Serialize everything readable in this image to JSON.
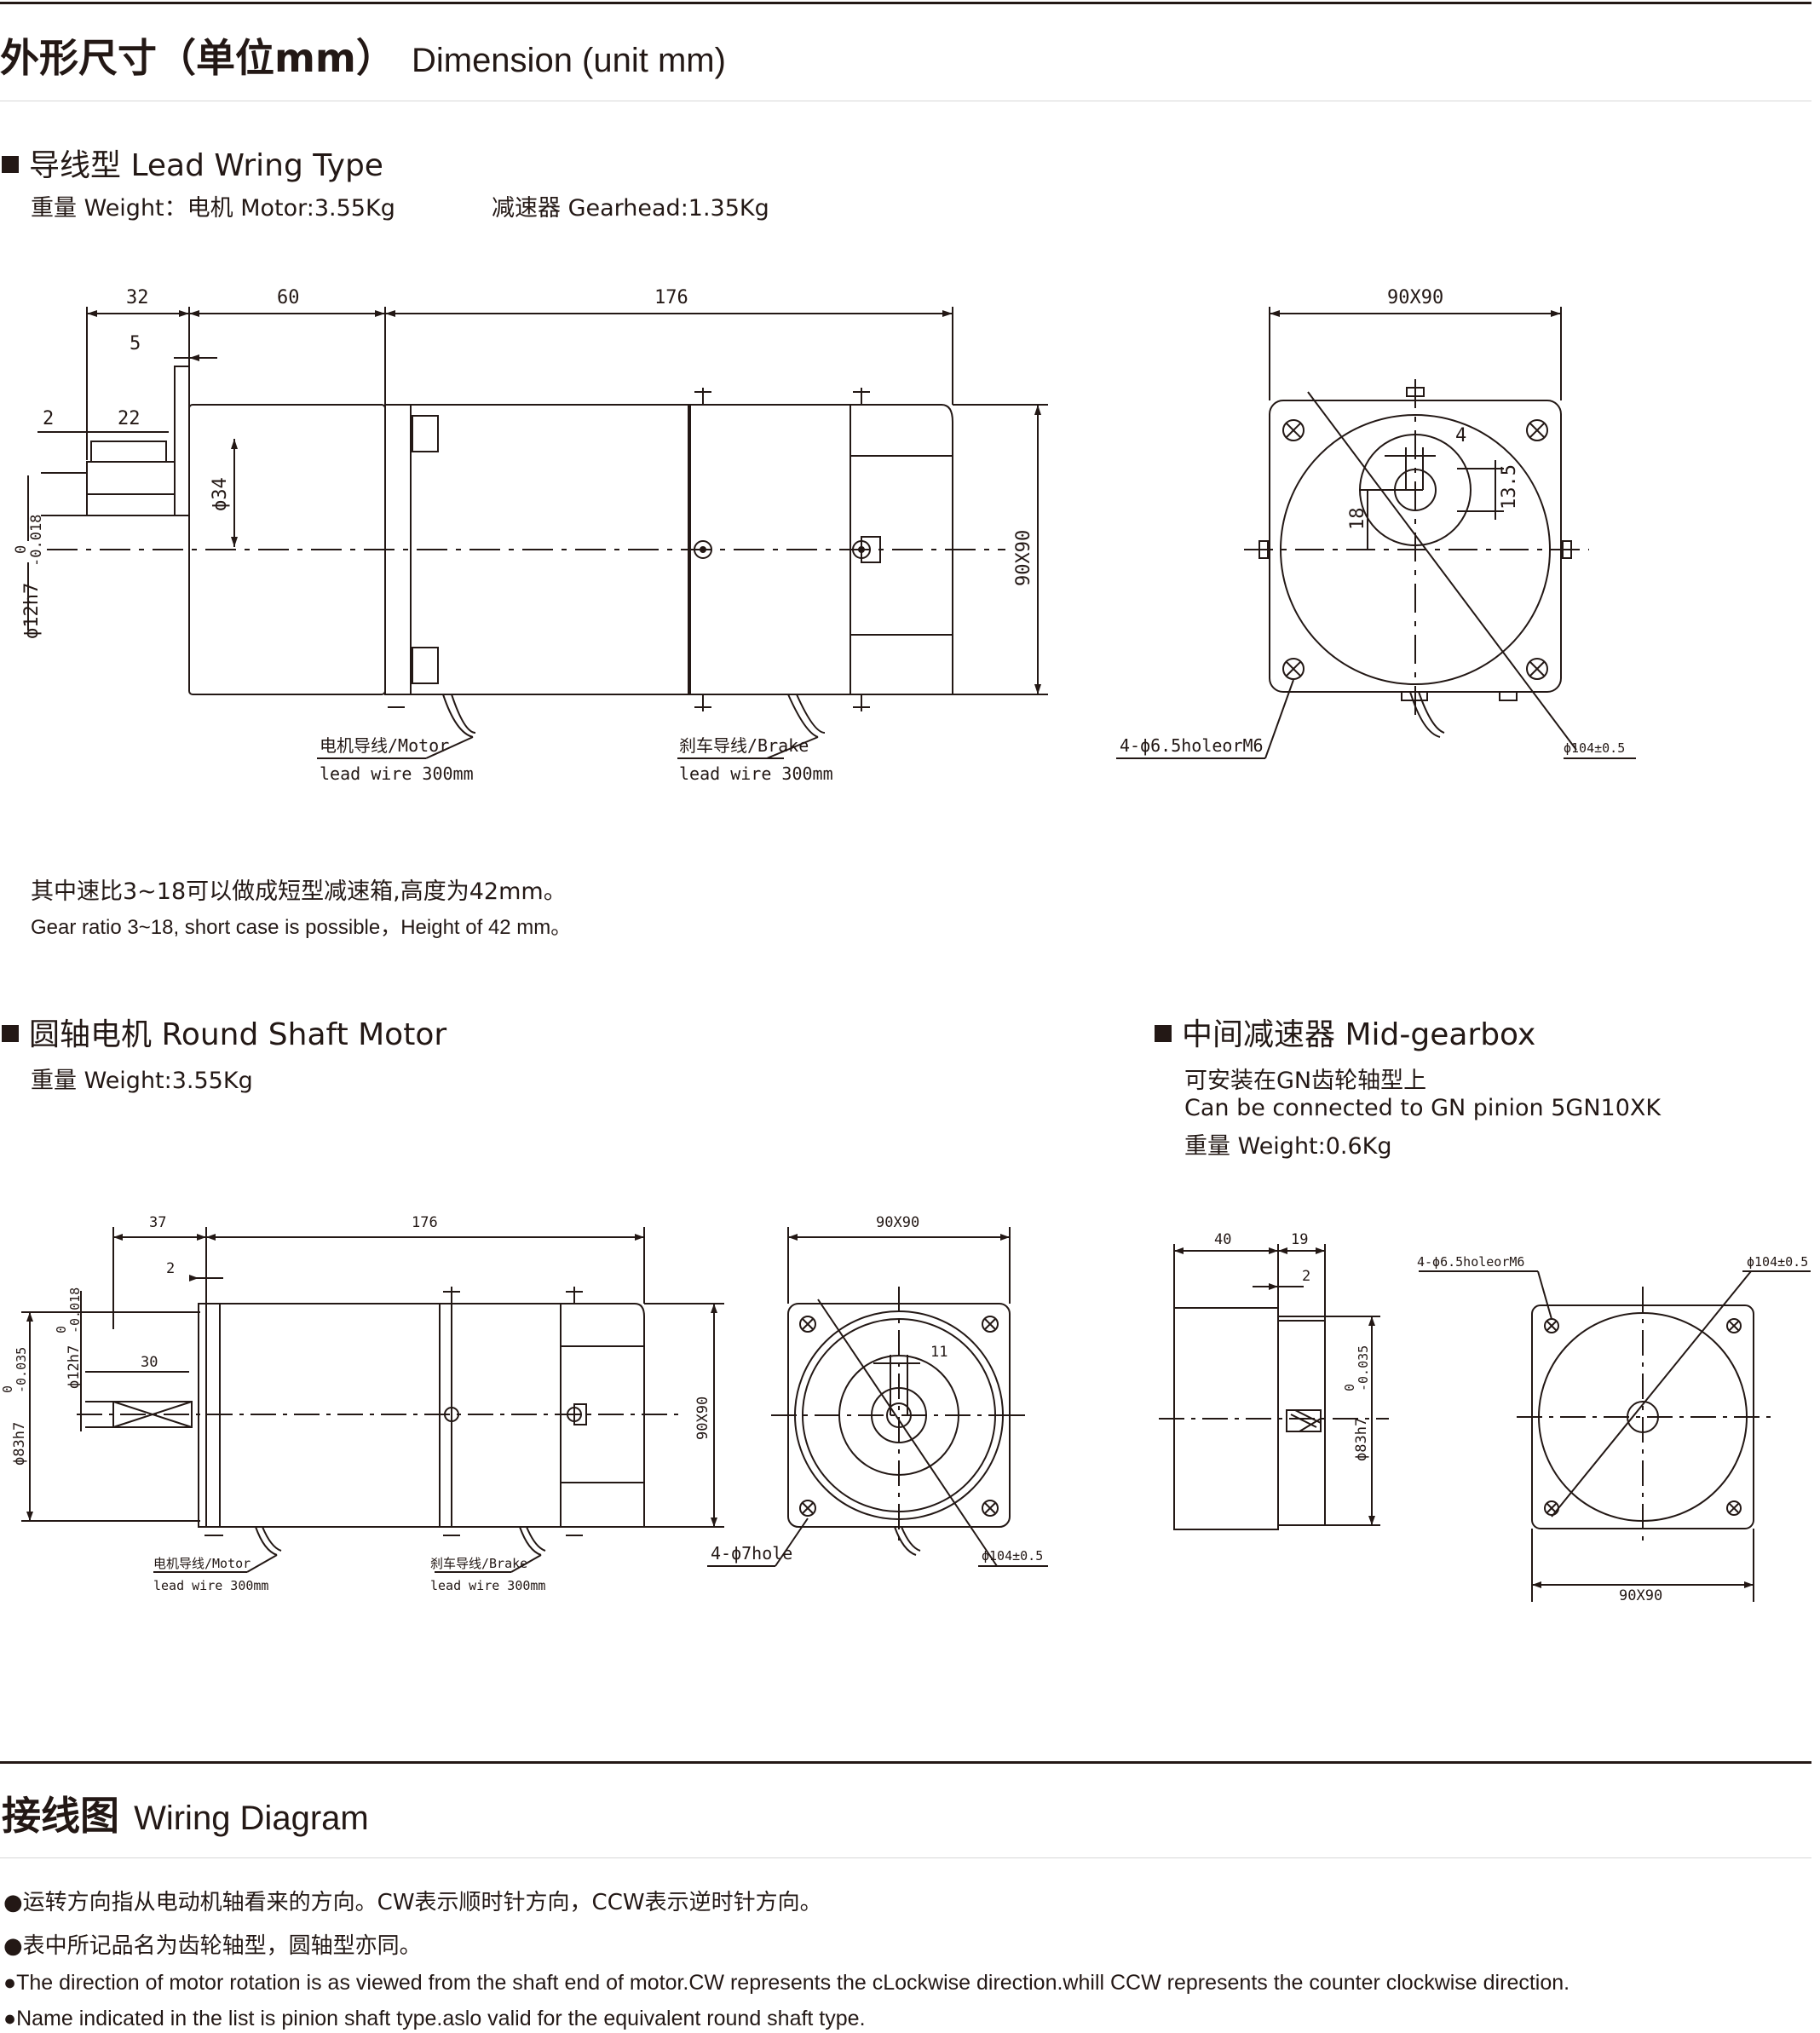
{
  "header": {
    "title_cn": "外形尺寸（单位mm）",
    "title_en": "Dimension (unit mm)"
  },
  "lead_type": {
    "title": "导线型 Lead Wring Type",
    "weight_motor": "重量 Weight：电机 Motor:3.55Kg",
    "weight_gearhead": "减速器 Gearhead:1.35Kg",
    "note_cn": "其中速比3~18可以做成短型减速箱,高度为42mm。",
    "note_en": "Gear ratio 3~18, short case is possible，Height of 42 mm。",
    "dims": {
      "d32": "32",
      "d60": "60",
      "d176": "176",
      "d5": "5",
      "d2": "2",
      "d22": "22",
      "d34": "ϕ34",
      "d12h7": "ϕ12h7",
      "tol_upper": "0",
      "tol_lower": "-0.018",
      "d90": "90X90",
      "front_90": "90X90",
      "d4": "4",
      "d13_5": "13.5",
      "d18": "18",
      "holes": "4-ϕ6.5holeorM6",
      "pcd": "ϕ104±0.5"
    },
    "labels": {
      "motor_wire_1": "电机导线/Motor",
      "motor_wire_2": "lead wire 300mm",
      "brake_wire_1": "刹车导线/Brake",
      "brake_wire_2": "lead wire 300mm"
    }
  },
  "round_shaft": {
    "title": "圆轴电机 Round Shaft Motor",
    "weight": "重量 Weight:3.55Kg",
    "dims": {
      "d37": "37",
      "d176": "176",
      "d2": "2",
      "d30": "30",
      "d12h7": "ϕ12h7",
      "tol12_upper": "0",
      "tol12_lower": "-0.018",
      "d83h7": "ϕ83h7",
      "tol83_upper": "0",
      "tol83_lower": "-0.035",
      "d90": "90X90",
      "front_90": "90X90",
      "d11": "11",
      "holes": "4-ϕ7hole",
      "pcd": "ϕ104±0.5"
    },
    "labels": {
      "motor_wire_1": "电机导线/Motor",
      "motor_wire_2": "lead wire 300mm",
      "brake_wire_1": "刹车导线/Brake",
      "brake_wire_2": "lead wire 300mm"
    }
  },
  "mid_gearbox": {
    "title": "中间减速器 Mid-gearbox",
    "line1": "可安装在GN齿轮轴型上",
    "line2": "Can be connected to GN pinion 5GN10XK",
    "weight": "重量 Weight:0.6Kg",
    "dims": {
      "d40": "40",
      "d19": "19",
      "d2": "2",
      "d83h7": "ϕ83h7",
      "tol_upper": "0",
      "tol_lower": "-0.035",
      "holes": "4-ϕ6.5holeorM6",
      "pcd": "ϕ104±0.5",
      "d90": "90X90"
    }
  },
  "wiring": {
    "title_cn": "接线图",
    "title_en": "Wiring Diagram",
    "b1": "●运转方向指从电动机轴看来的方向。CW表示顺时针方向，CCW表示逆时针方向。",
    "b2": "●表中所记品名为齿轮轴型，圆轴型亦同。",
    "b3": "●The direction of motor rotation is as viewed from the shaft end of motor.CW represents the cLockwise direction.whill CCW represents the counter clockwise direction.",
    "b4": "●Name indicated in the list is pinion shaft type.aslo valid for the equivalent round shaft type."
  }
}
